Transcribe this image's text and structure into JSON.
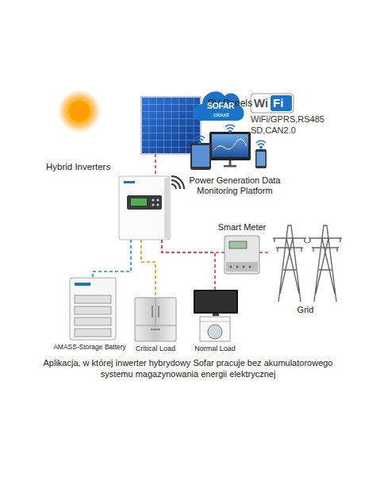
{
  "diagram": {
    "caption": "Aplikacja, w której inwerter hybrydowy Sofar pracuje bez akumulatorowego systemu magazynowania energii elektrycznej",
    "nodes": [
      {
        "text": [
          "PV Panels"
        ]
      },
      {
        "text": [
          "Hybrid Inverters"
        ]
      },
      {
        "text": [
          "Power Generation Data Monitoring Platform"
        ]
      },
      {
        "text": [
          "Smart Meter"
        ]
      },
      {
        "text": [
          "Grid"
        ]
      },
      {
        "text": [
          "AMASS-Storage Battery"
        ]
      },
      {
        "text": [
          "Critical Load"
        ]
      },
      {
        "text": [
          "Normal Load"
        ]
      }
    ],
    "edges": [
      {
        "from": 0,
        "to": 1,
        "arrow": "none"
      },
      {
        "from": 1,
        "to": 5,
        "arrow": "none"
      },
      {
        "from": 1,
        "to": 6,
        "arrow": "none"
      },
      {
        "from": 1,
        "to": 7,
        "arrow": "none"
      },
      {
        "from": 1,
        "to": 3,
        "arrow": "none"
      },
      {
        "from": 3,
        "to": 4,
        "arrow": "none"
      }
    ],
    "labels": [
      "SOFAR",
      "cloud",
      "Wi",
      "Fi",
      "WiFi/GPRS,RS485",
      "SD,CAN2.0"
    ]
  }
}
